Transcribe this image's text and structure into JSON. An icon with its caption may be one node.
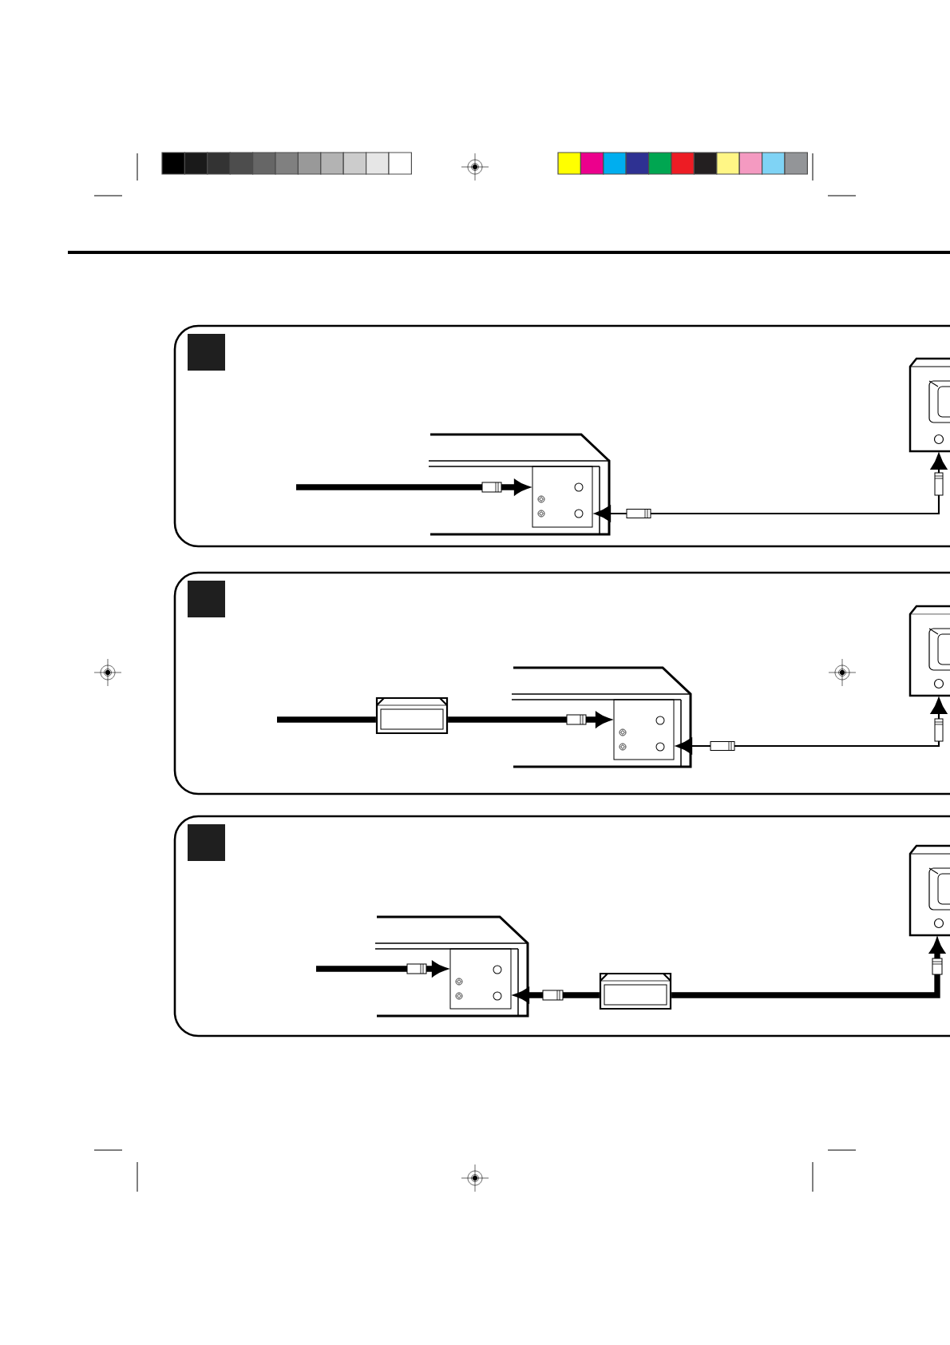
{
  "diagram": {
    "nodes": [
      {
        "text": [],
        "shape": "box"
      },
      {
        "text": [],
        "shape": "box"
      },
      {
        "text": [],
        "shape": "box"
      },
      {
        "text": [],
        "shape": "box"
      },
      {
        "text": [],
        "shape": "box"
      },
      {
        "text": [],
        "shape": "box"
      },
      {
        "text": [],
        "shape": "box"
      },
      {
        "text": [],
        "shape": "box"
      }
    ],
    "edges": [
      {
        "from": null,
        "to": 0,
        "arrow": "to"
      },
      {
        "from": 0,
        "to": 1,
        "arrow": "both"
      },
      {
        "from": null,
        "to": 2,
        "arrow": "none"
      },
      {
        "from": 2,
        "to": 3,
        "arrow": "to"
      },
      {
        "from": 3,
        "to": 4,
        "arrow": "both"
      },
      {
        "from": null,
        "to": 5,
        "arrow": "to"
      },
      {
        "from": 6,
        "to": 5,
        "arrow": "to"
      },
      {
        "from": 6,
        "to": 7,
        "arrow": "to"
      }
    ]
  }
}
